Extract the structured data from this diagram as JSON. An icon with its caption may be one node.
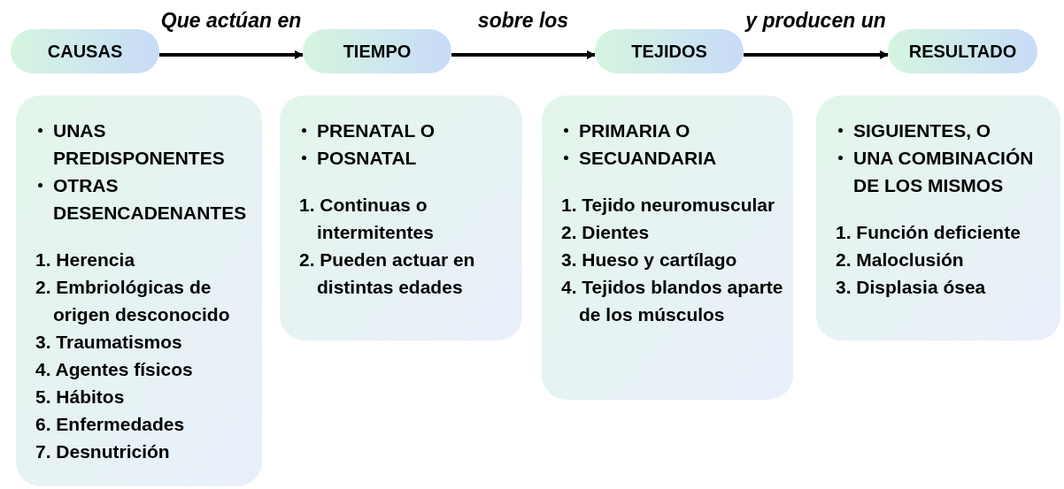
{
  "diagram": {
    "nodes": [
      {
        "text": [
          "CAUSAS"
        ]
      },
      {
        "text": [
          "TIEMPO"
        ]
      },
      {
        "text": [
          "TEJIDOS"
        ]
      },
      {
        "text": [
          "RESULTADO"
        ]
      },
      {
        "text": [
          "UNAS PREDISPONENTES",
          "OTRAS DESENCADENANTES",
          "1. Herencia",
          "2. Embriológicas de origen desconocido",
          "3. Traumatismos",
          "4. Agentes físicos",
          "5. Hábitos",
          "6. Enfermedades",
          "7. Desnutrición"
        ]
      },
      {
        "text": [
          "PRENATAL O",
          "POSNATAL",
          "1. Continuas o intermitentes",
          "2. Pueden actuar en distintas edades"
        ]
      },
      {
        "text": [
          "PRIMARIA O",
          "SECUANDARIA",
          "1. Tejido neuromuscular",
          "2. Dientes",
          "3. Hueso y cartílago",
          "4. Tejidos blandos aparte de los músculos"
        ]
      },
      {
        "text": [
          "SIGUIENTES, O",
          "UNA COMBINACIÓN DE LOS MISMOS",
          "1. Función deficiente",
          "2. Maloclusión",
          "3. Displasia ósea"
        ]
      }
    ],
    "edges": [
      {
        "from": 0,
        "to": 1,
        "arrow": "to",
        "label": "Que actúan en"
      },
      {
        "from": 1,
        "to": 2,
        "arrow": "to",
        "label": "sobre los"
      },
      {
        "from": 2,
        "to": 3,
        "arrow": "to",
        "label": "y producen un"
      }
    ]
  }
}
